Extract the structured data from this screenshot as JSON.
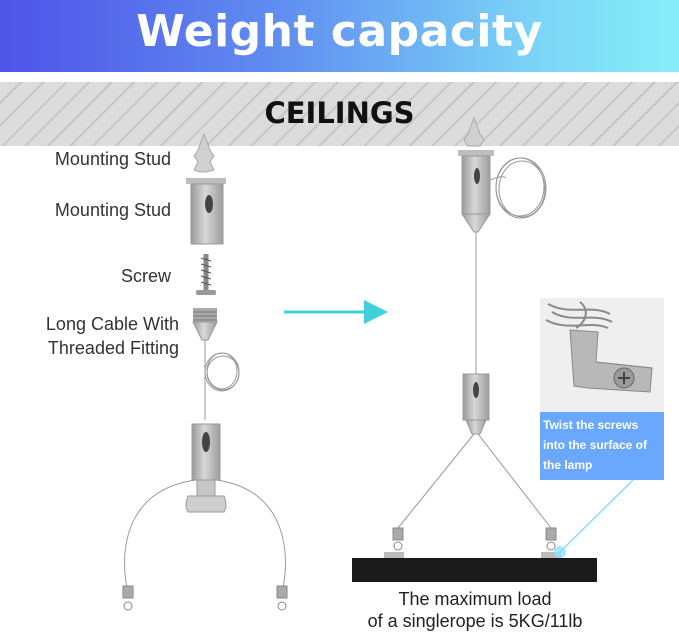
{
  "title": "Weight capacity",
  "ceiling_label": "CEILINGS",
  "parts": {
    "mounting_stud_1": "Mounting Stud",
    "mounting_stud_2": "Mounting Stud",
    "screw": "Screw",
    "cable_line1": "Long Cable With",
    "cable_line2": "Threaded Fitting"
  },
  "photo_caption": {
    "line1": "Twist the screws",
    "line2": "into the surface of",
    "line3": "the lamp"
  },
  "max_load": {
    "line1": "The maximum load",
    "line2": "of a singlerope is 5KG/11lb"
  },
  "colors": {
    "arrow": "#3fd0dc",
    "caption_bg": "#6aa8ff",
    "lamp": "#1a1a1a"
  }
}
